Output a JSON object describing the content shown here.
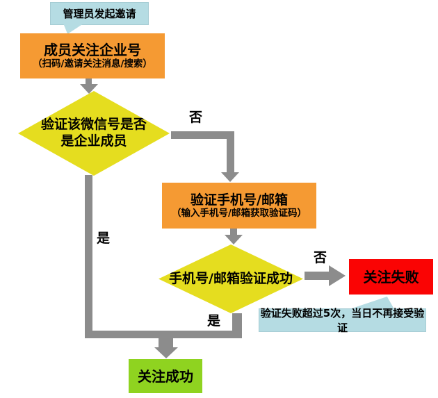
{
  "colors": {
    "orange": "#F59A33",
    "yellow": "#E5DD1F",
    "red": "#FA0404",
    "green": "#8FD320",
    "callout": "#B5DCE3",
    "arrow": "#8C8C8C",
    "background": "#FFFFFF"
  },
  "callouts": {
    "admin": {
      "text": "管理员发起邀请"
    },
    "fail_limit": {
      "text": "验证失败超过5次，当日不再接受验证"
    }
  },
  "steps": {
    "follow": {
      "title": "成员关注企业号",
      "subtitle": "（扫码/邀请关注消息/搜索）"
    },
    "verify_contact": {
      "title": "验证手机号/邮箱",
      "subtitle": "（输入手机号/邮箱获取验证码）"
    },
    "fail": {
      "title": "关注失败"
    },
    "success": {
      "title": "关注成功"
    }
  },
  "decisions": {
    "is_member": {
      "line1": "验证该微信号是否",
      "line2": "是企业成员"
    },
    "contact_verified": {
      "label": "手机号/邮箱验证成功"
    }
  },
  "edge_labels": {
    "no1": "否",
    "no2": "否",
    "yes1": "是",
    "yes2": "是"
  }
}
